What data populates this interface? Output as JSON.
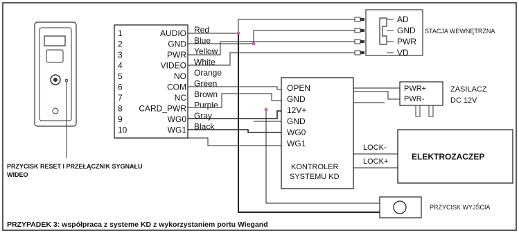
{
  "door_station_terminal": {
    "pins": [
      {
        "num": "1",
        "name": "AUDIO",
        "wire": "Red"
      },
      {
        "num": "2",
        "name": "GND",
        "wire": "Blue"
      },
      {
        "num": "3",
        "name": "PWR",
        "wire": "Yellow"
      },
      {
        "num": "4",
        "name": "VIDEO",
        "wire": "White"
      },
      {
        "num": "5",
        "name": "NO",
        "wire": "Orange"
      },
      {
        "num": "6",
        "name": "COM",
        "wire": "Green"
      },
      {
        "num": "7",
        "name": "NC",
        "wire": "Brown"
      },
      {
        "num": "8",
        "name": "CARD_PWR",
        "wire": "Purple"
      },
      {
        "num": "9",
        "name": "WG0",
        "wire": "Gray"
      },
      {
        "num": "10",
        "name": "WG1",
        "wire": "Black"
      }
    ]
  },
  "indoor_station": {
    "label": "STACJA WEWNĘTRZNA",
    "pins": [
      "AD",
      "GND",
      "PWR",
      "VD"
    ]
  },
  "power_supply": {
    "pins": [
      "PWR+",
      "PWR-"
    ],
    "label_line1": "ZASILACZ",
    "label_line2": "DC 12V"
  },
  "controller": {
    "pins": [
      "OPEN",
      "GND",
      "12V+",
      "GND",
      "WG0",
      "WG1"
    ],
    "title_line1": "KONTROLER",
    "title_line2": "SYSTEMU KD",
    "lock_minus": "LOCK-",
    "lock_plus": "LOCK+"
  },
  "electric_strike": {
    "label": "ELEKTROZACZEP"
  },
  "exit_button": {
    "label": "PRZYCISK WYJŚCIA"
  },
  "reset_note": {
    "line1": "PRZYCISK RESET I PRZEŁĄCZNIK SYGNAŁU",
    "line2": "WIDEO"
  },
  "caption": "PRZYPADEK 3: współpraca z systeme KD z wykorzystaniem portu Wiegand"
}
